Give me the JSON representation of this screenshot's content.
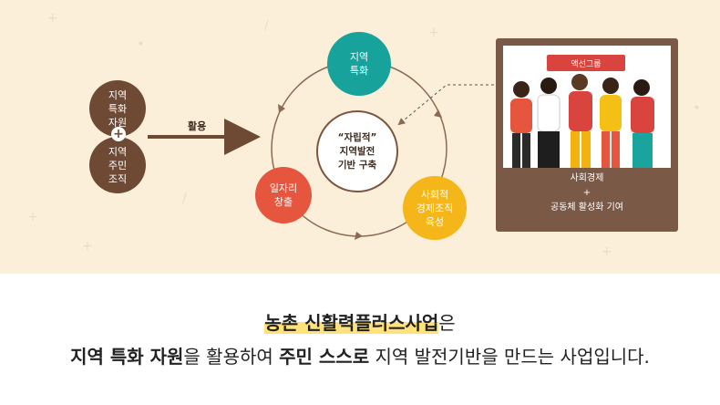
{
  "left": {
    "circle_top": "지역\n특화\n자원",
    "plus": "+",
    "circle_bottom": "지역\n주민\n조직",
    "arrow_label": "활용"
  },
  "cycle": {
    "center": "“자립적”\n지역발전\n기반 구축",
    "top": "지역\n특화",
    "right": "사회적\n경제조직\n육성",
    "left": "일자리\n창출"
  },
  "panel": {
    "ribbon": "액선그룹",
    "caption_line1": "사회경제",
    "caption_plus": "+",
    "caption_line2": "공동체 활성화 기여"
  },
  "bottom": {
    "line1_highlight": "농촌 신활력플러스사업",
    "line1_rest": "은",
    "line2_part1": "지역 특화 자원",
    "line2_part2": "을 활용하여 ",
    "line2_part3": "주민 스스로",
    "line2_part4": " 지역 발전기반을 만드는 사업입니다."
  },
  "colors": {
    "background_top": "#fcefd9",
    "brown": "#6e4a34",
    "teal": "#17a29b",
    "red": "#e6563f",
    "yellow": "#f4b619",
    "panel": "#7a5a47",
    "highlight": "#ffe27a"
  }
}
